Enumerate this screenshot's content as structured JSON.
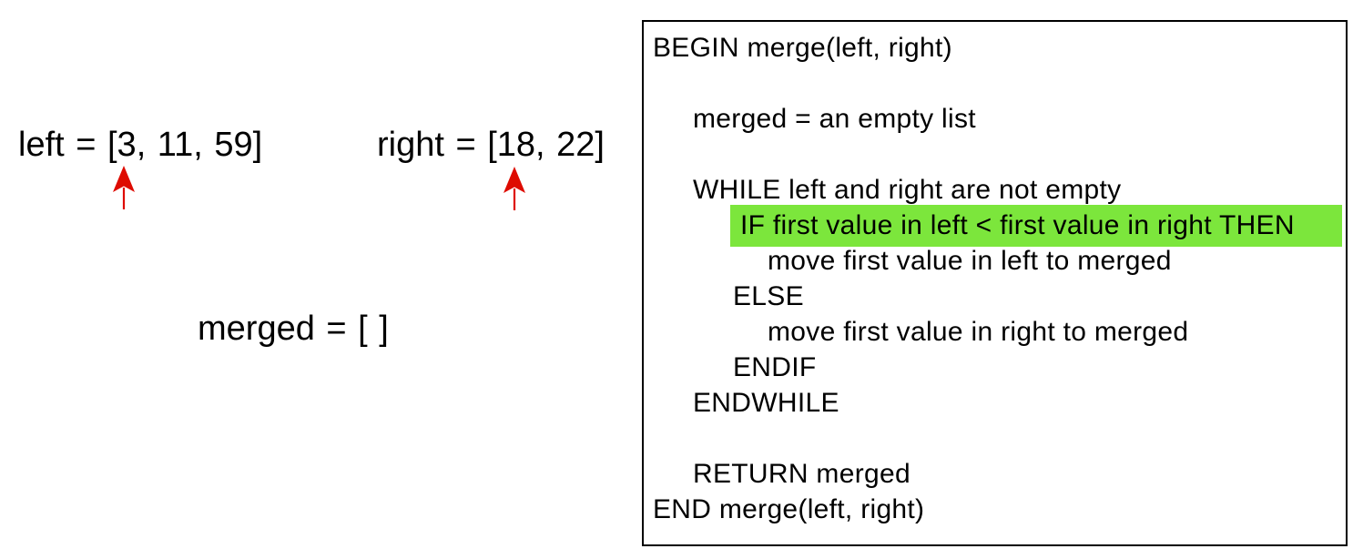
{
  "colors": {
    "background": "#FFFFFF",
    "text": "#000000",
    "box_border": "#000000",
    "highlight_green": "#7CE63C",
    "arrow_red": "#DE0B00"
  },
  "workspace": {
    "left_list": "left = [3, 11, 59]",
    "right_list": "right = [18, 22]",
    "merged_list": "merged = [ ]"
  },
  "pseudocode": {
    "lines": [
      {
        "text": "BEGIN merge(left, right)",
        "indent": 0,
        "highlight": false
      },
      {
        "text": "",
        "indent": 0,
        "highlight": false
      },
      {
        "text": "merged = an empty list",
        "indent": 1,
        "highlight": false
      },
      {
        "text": "",
        "indent": 0,
        "highlight": false
      },
      {
        "text": "WHILE left and right are not empty",
        "indent": 1,
        "highlight": false
      },
      {
        "text": "IF first value in left < first value in right THEN",
        "indent": 2,
        "highlight": true
      },
      {
        "text": "move first value in left to merged",
        "indent": 3,
        "highlight": false
      },
      {
        "text": "ELSE",
        "indent": 2,
        "highlight": false
      },
      {
        "text": "move first value in right to merged",
        "indent": 3,
        "highlight": false
      },
      {
        "text": "ENDIF",
        "indent": 2,
        "highlight": false
      },
      {
        "text": "ENDWHILE",
        "indent": 1,
        "highlight": false
      },
      {
        "text": "",
        "indent": 0,
        "highlight": false
      },
      {
        "text": "RETURN merged",
        "indent": 1,
        "highlight": false
      },
      {
        "text": "END merge(left, right)",
        "indent": 0,
        "highlight": false
      }
    ]
  }
}
